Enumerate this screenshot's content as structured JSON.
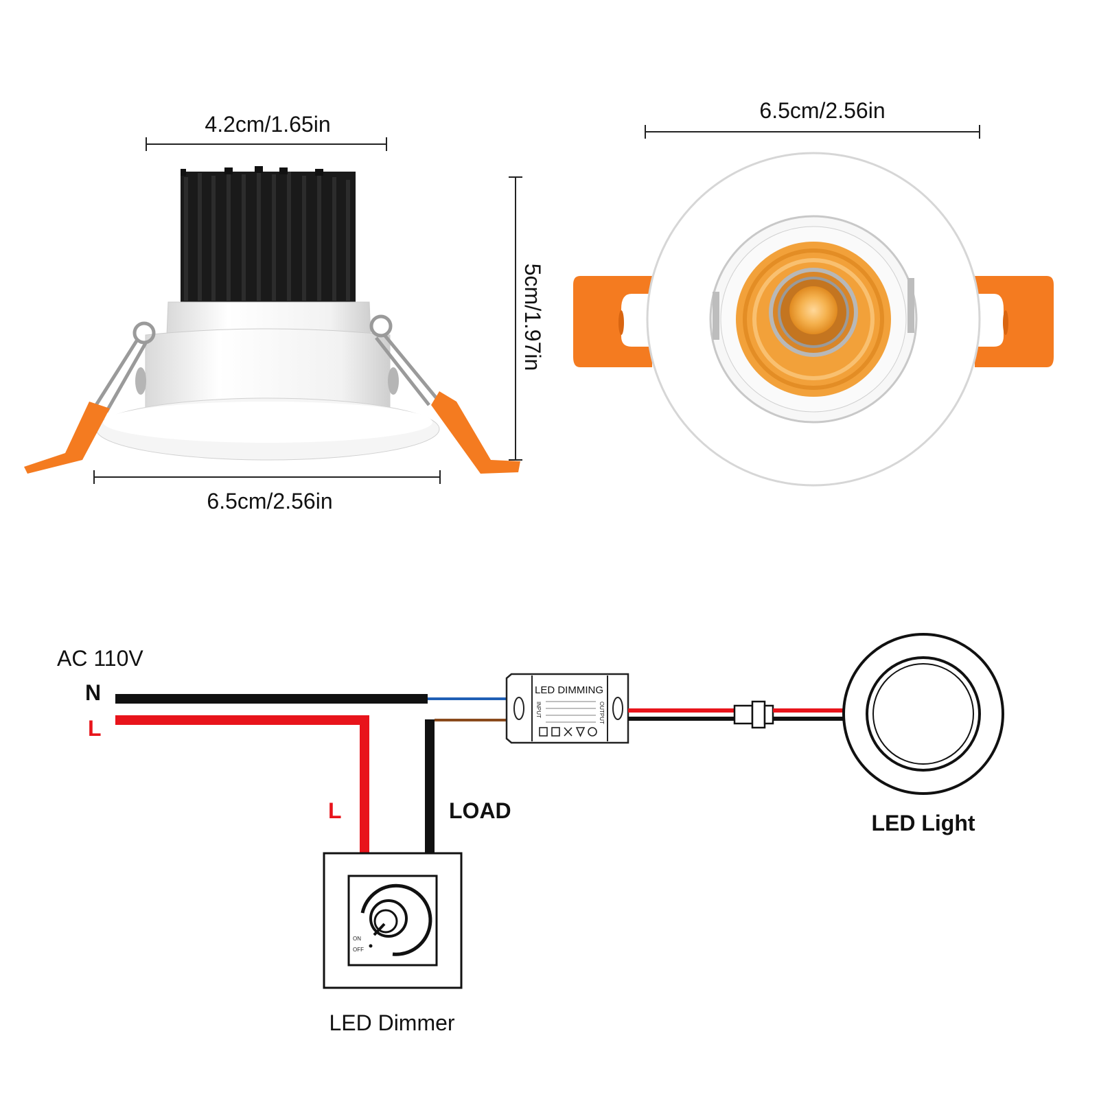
{
  "dimensions": {
    "side_width": "4.2cm/1.65in",
    "side_base_width": "6.5cm/2.56in",
    "side_height": "5cm/1.97in",
    "top_width": "6.5cm/2.56in"
  },
  "wiring": {
    "supply_label": "AC 110V",
    "neutral_label": "N",
    "live_label": "L",
    "dimmer_live_label": "L",
    "load_label": "LOAD",
    "driver_title": "LED DIMMING",
    "driver_input": "INPUT",
    "driver_output": "OUTPUT",
    "dimmer_on": "ON",
    "dimmer_off": "OFF",
    "dimmer_caption": "LED Dimmer",
    "light_caption": "LED Light"
  },
  "colors": {
    "wire_live": "#e8141b",
    "wire_neutral": "#111111",
    "wire_blue": "#1f5fb5",
    "wire_brown": "#8a4a1c",
    "clip_orange": "#f47b20",
    "heatsink": "#1a1a1a",
    "led_amber": "#f0a640"
  }
}
